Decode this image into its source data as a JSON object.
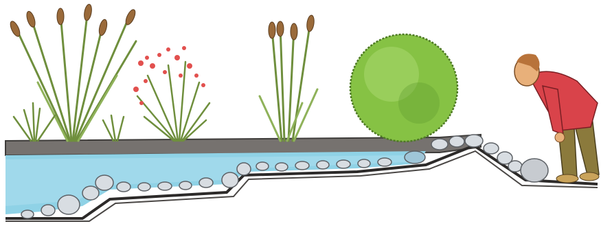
{
  "illustration": {
    "title": "",
    "labels": [],
    "elements": [
      {
        "name": "pond-cross-section",
        "kind": "water"
      },
      {
        "name": "tall-cattails-left",
        "kind": "plant"
      },
      {
        "name": "red-flowering-plant",
        "kind": "plant"
      },
      {
        "name": "cattails-middle",
        "kind": "plant"
      },
      {
        "name": "round-green-shrub",
        "kind": "plant"
      },
      {
        "name": "pebble-lining",
        "kind": "stones"
      },
      {
        "name": "man-looking-at-pond",
        "kind": "person"
      }
    ],
    "colors": {
      "water": "#8fd2e6",
      "water_dark": "#5fb6d3",
      "soil": "#6f6c69",
      "plant_green": "#7ea84a",
      "shrub": "#86c244",
      "flower": "#e2504e",
      "shirt": "#d9434a",
      "trousers": "#8b7a3c"
    }
  }
}
